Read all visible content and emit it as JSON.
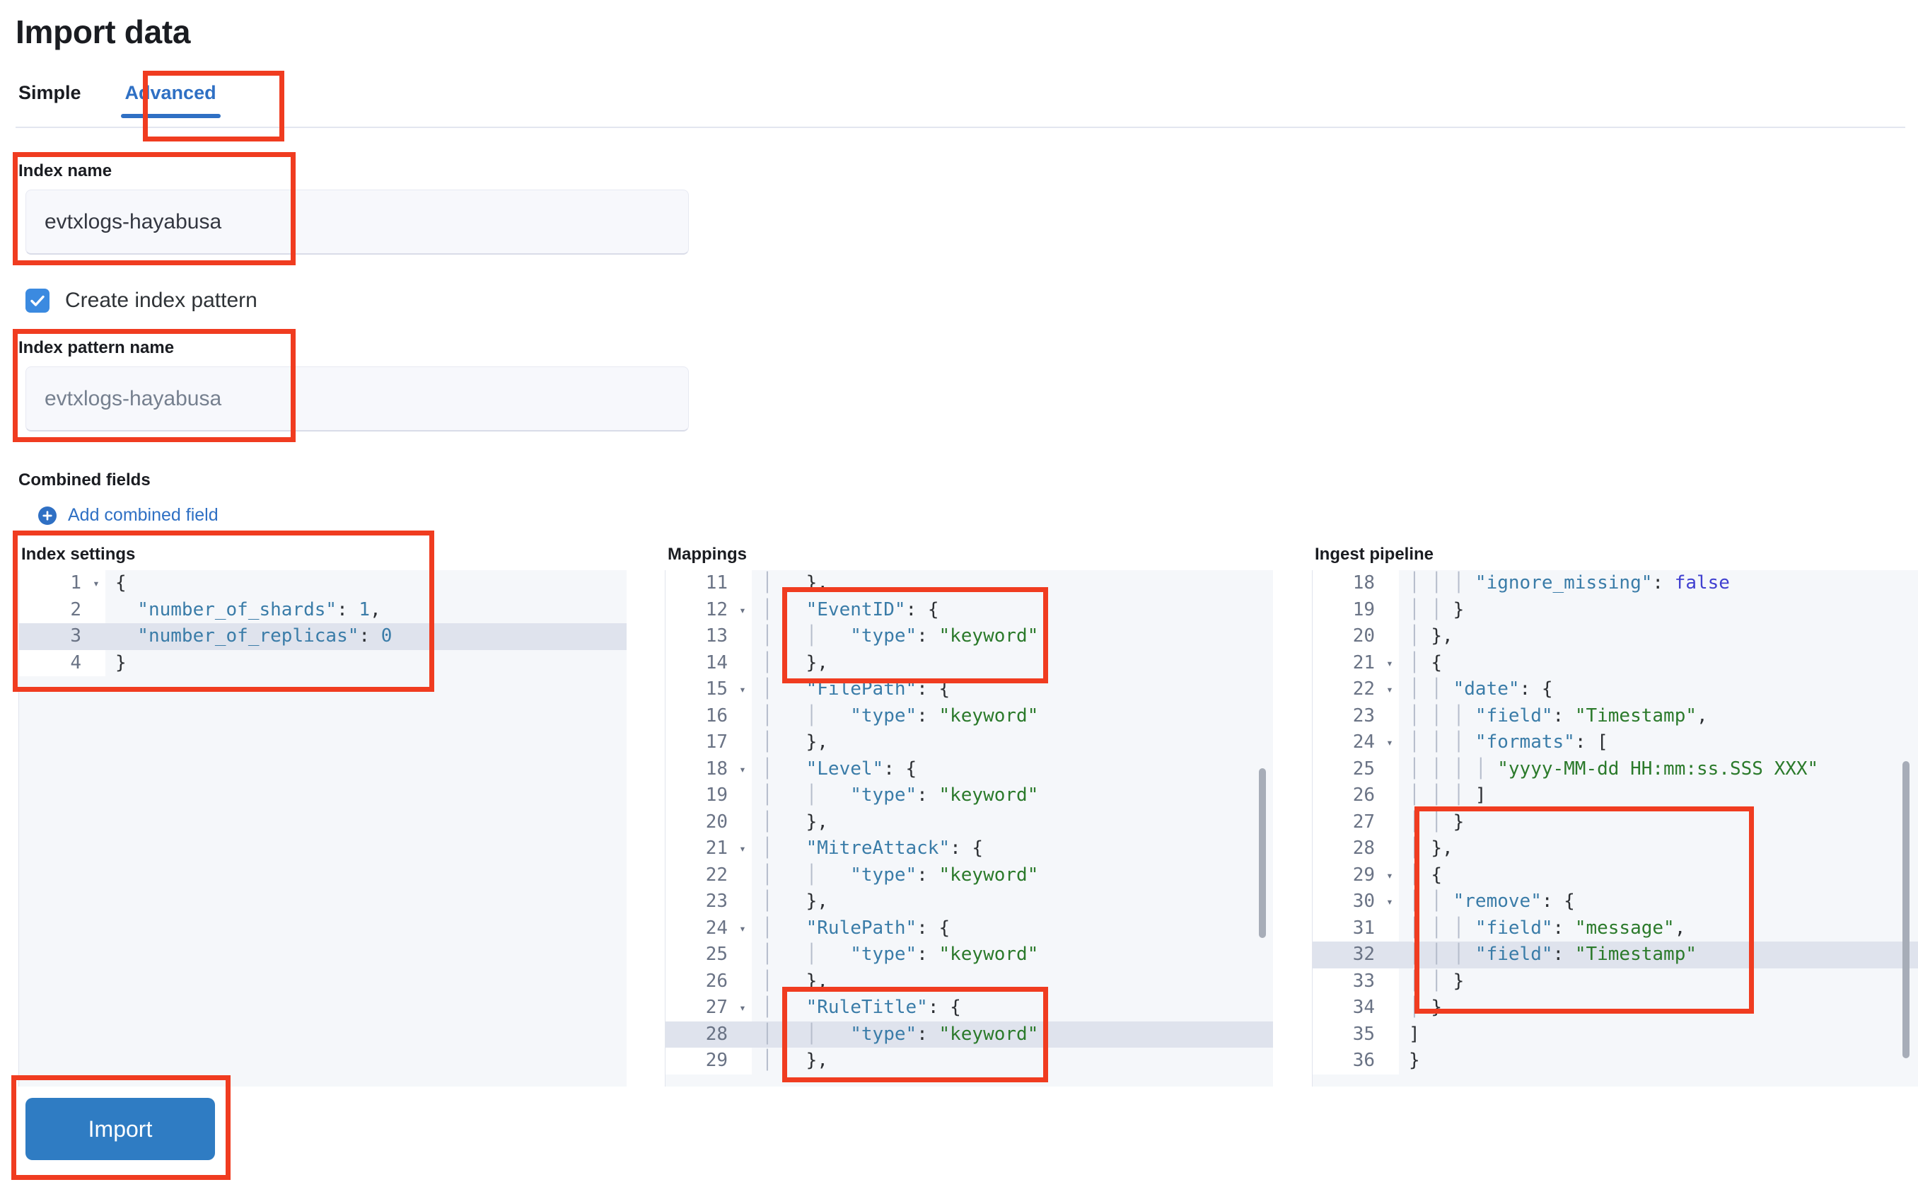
{
  "header": {
    "title": "Import data"
  },
  "tabs": [
    {
      "label": "Simple",
      "active": false
    },
    {
      "label": "Advanced",
      "active": true
    }
  ],
  "form": {
    "index_name": {
      "label": "Index name",
      "value": "evtxlogs-hayabusa"
    },
    "create_index_pattern": {
      "label": "Create index pattern",
      "checked": true
    },
    "index_pattern_name": {
      "label": "Index pattern name",
      "placeholder": "evtxlogs-hayabusa",
      "value": ""
    },
    "combined_fields": {
      "label": "Combined fields",
      "add_label": "Add combined field"
    }
  },
  "editors": {
    "index_settings": {
      "title": "Index settings",
      "lines": [
        {
          "num": "1",
          "fold": true,
          "hl": false,
          "tokens": [
            {
              "t": "{",
              "c": "p"
            }
          ]
        },
        {
          "num": "2",
          "fold": false,
          "hl": false,
          "tokens": [
            {
              "t": "  \"number_of_shards\"",
              "c": "k"
            },
            {
              "t": ": ",
              "c": "p"
            },
            {
              "t": "1",
              "c": "n"
            },
            {
              "t": ",",
              "c": "p"
            }
          ]
        },
        {
          "num": "3",
          "fold": false,
          "hl": true,
          "tokens": [
            {
              "t": "  \"number_of_replicas\"",
              "c": "k"
            },
            {
              "t": ": ",
              "c": "p"
            },
            {
              "t": "0",
              "c": "n"
            }
          ]
        },
        {
          "num": "4",
          "fold": false,
          "hl": false,
          "tokens": [
            {
              "t": "}",
              "c": "p"
            }
          ]
        }
      ]
    },
    "mappings": {
      "title": "Mappings",
      "lines": [
        {
          "num": "11",
          "fold": false,
          "hl": false,
          "tokens": [
            {
              "t": "│   ",
              "c": "guide"
            },
            {
              "t": "},",
              "c": "p"
            }
          ]
        },
        {
          "num": "12",
          "fold": true,
          "hl": false,
          "tokens": [
            {
              "t": "│   ",
              "c": "guide"
            },
            {
              "t": "\"EventID\"",
              "c": "k"
            },
            {
              "t": ": {",
              "c": "p"
            }
          ]
        },
        {
          "num": "13",
          "fold": false,
          "hl": false,
          "tokens": [
            {
              "t": "│   │ ",
              "c": "guide"
            },
            {
              "t": "  \"type\"",
              "c": "k"
            },
            {
              "t": ": ",
              "c": "p"
            },
            {
              "t": "\"keyword\"",
              "c": "s"
            }
          ]
        },
        {
          "num": "14",
          "fold": false,
          "hl": false,
          "tokens": [
            {
              "t": "│   ",
              "c": "guide"
            },
            {
              "t": "},",
              "c": "p"
            }
          ]
        },
        {
          "num": "15",
          "fold": true,
          "hl": false,
          "tokens": [
            {
              "t": "│   ",
              "c": "guide"
            },
            {
              "t": "\"FilePath\"",
              "c": "k"
            },
            {
              "t": ": {",
              "c": "p"
            }
          ]
        },
        {
          "num": "16",
          "fold": false,
          "hl": false,
          "tokens": [
            {
              "t": "│   │ ",
              "c": "guide"
            },
            {
              "t": "  \"type\"",
              "c": "k"
            },
            {
              "t": ": ",
              "c": "p"
            },
            {
              "t": "\"keyword\"",
              "c": "s"
            }
          ]
        },
        {
          "num": "17",
          "fold": false,
          "hl": false,
          "tokens": [
            {
              "t": "│   ",
              "c": "guide"
            },
            {
              "t": "},",
              "c": "p"
            }
          ]
        },
        {
          "num": "18",
          "fold": true,
          "hl": false,
          "tokens": [
            {
              "t": "│   ",
              "c": "guide"
            },
            {
              "t": "\"Level\"",
              "c": "k"
            },
            {
              "t": ": {",
              "c": "p"
            }
          ]
        },
        {
          "num": "19",
          "fold": false,
          "hl": false,
          "tokens": [
            {
              "t": "│   │ ",
              "c": "guide"
            },
            {
              "t": "  \"type\"",
              "c": "k"
            },
            {
              "t": ": ",
              "c": "p"
            },
            {
              "t": "\"keyword\"",
              "c": "s"
            }
          ]
        },
        {
          "num": "20",
          "fold": false,
          "hl": false,
          "tokens": [
            {
              "t": "│   ",
              "c": "guide"
            },
            {
              "t": "},",
              "c": "p"
            }
          ]
        },
        {
          "num": "21",
          "fold": true,
          "hl": false,
          "tokens": [
            {
              "t": "│   ",
              "c": "guide"
            },
            {
              "t": "\"MitreAttack\"",
              "c": "k"
            },
            {
              "t": ": {",
              "c": "p"
            }
          ]
        },
        {
          "num": "22",
          "fold": false,
          "hl": false,
          "tokens": [
            {
              "t": "│   │ ",
              "c": "guide"
            },
            {
              "t": "  \"type\"",
              "c": "k"
            },
            {
              "t": ": ",
              "c": "p"
            },
            {
              "t": "\"keyword\"",
              "c": "s"
            }
          ]
        },
        {
          "num": "23",
          "fold": false,
          "hl": false,
          "tokens": [
            {
              "t": "│   ",
              "c": "guide"
            },
            {
              "t": "},",
              "c": "p"
            }
          ]
        },
        {
          "num": "24",
          "fold": true,
          "hl": false,
          "tokens": [
            {
              "t": "│   ",
              "c": "guide"
            },
            {
              "t": "\"RulePath\"",
              "c": "k"
            },
            {
              "t": ": {",
              "c": "p"
            }
          ]
        },
        {
          "num": "25",
          "fold": false,
          "hl": false,
          "tokens": [
            {
              "t": "│   │ ",
              "c": "guide"
            },
            {
              "t": "  \"type\"",
              "c": "k"
            },
            {
              "t": ": ",
              "c": "p"
            },
            {
              "t": "\"keyword\"",
              "c": "s"
            }
          ]
        },
        {
          "num": "26",
          "fold": false,
          "hl": false,
          "tokens": [
            {
              "t": "│   ",
              "c": "guide"
            },
            {
              "t": "},",
              "c": "p"
            }
          ]
        },
        {
          "num": "27",
          "fold": true,
          "hl": false,
          "tokens": [
            {
              "t": "│   ",
              "c": "guide"
            },
            {
              "t": "\"RuleTitle\"",
              "c": "k"
            },
            {
              "t": ": {",
              "c": "p"
            }
          ]
        },
        {
          "num": "28",
          "fold": false,
          "hl": true,
          "tokens": [
            {
              "t": "│   │ ",
              "c": "guide"
            },
            {
              "t": "  \"type\"",
              "c": "k"
            },
            {
              "t": ": ",
              "c": "p"
            },
            {
              "t": "\"keyword\"",
              "c": "s"
            }
          ]
        },
        {
          "num": "29",
          "fold": false,
          "hl": false,
          "tokens": [
            {
              "t": "│   ",
              "c": "guide"
            },
            {
              "t": "},",
              "c": "p"
            }
          ]
        }
      ]
    },
    "ingest_pipeline": {
      "title": "Ingest pipeline",
      "lines": [
        {
          "num": "18",
          "fold": false,
          "hl": false,
          "tokens": [
            {
              "t": "│ │ │ ",
              "c": "guide"
            },
            {
              "t": "\"ignore_missing\"",
              "c": "k"
            },
            {
              "t": ": ",
              "c": "p"
            },
            {
              "t": "false",
              "c": "b"
            }
          ]
        },
        {
          "num": "19",
          "fold": false,
          "hl": false,
          "tokens": [
            {
              "t": "│ │ ",
              "c": "guide"
            },
            {
              "t": "}",
              "c": "p"
            }
          ]
        },
        {
          "num": "20",
          "fold": false,
          "hl": false,
          "tokens": [
            {
              "t": "│ ",
              "c": "guide"
            },
            {
              "t": "},",
              "c": "p"
            }
          ]
        },
        {
          "num": "21",
          "fold": true,
          "hl": false,
          "tokens": [
            {
              "t": "│ ",
              "c": "guide"
            },
            {
              "t": "{",
              "c": "p"
            }
          ]
        },
        {
          "num": "22",
          "fold": true,
          "hl": false,
          "tokens": [
            {
              "t": "│ │ ",
              "c": "guide"
            },
            {
              "t": "\"date\"",
              "c": "k"
            },
            {
              "t": ": {",
              "c": "p"
            }
          ]
        },
        {
          "num": "23",
          "fold": false,
          "hl": false,
          "tokens": [
            {
              "t": "│ │ │ ",
              "c": "guide"
            },
            {
              "t": "\"field\"",
              "c": "k"
            },
            {
              "t": ": ",
              "c": "p"
            },
            {
              "t": "\"Timestamp\"",
              "c": "s"
            },
            {
              "t": ",",
              "c": "p"
            }
          ]
        },
        {
          "num": "24",
          "fold": true,
          "hl": false,
          "tokens": [
            {
              "t": "│ │ │ ",
              "c": "guide"
            },
            {
              "t": "\"formats\"",
              "c": "k"
            },
            {
              "t": ": [",
              "c": "p"
            }
          ]
        },
        {
          "num": "25",
          "fold": false,
          "hl": false,
          "tokens": [
            {
              "t": "│ │ │ │ ",
              "c": "guide"
            },
            {
              "t": "\"yyyy-MM-dd HH:mm:ss.SSS XXX\"",
              "c": "s"
            }
          ]
        },
        {
          "num": "26",
          "fold": false,
          "hl": false,
          "tokens": [
            {
              "t": "│ │ │ ",
              "c": "guide"
            },
            {
              "t": "]",
              "c": "p"
            }
          ]
        },
        {
          "num": "27",
          "fold": false,
          "hl": false,
          "tokens": [
            {
              "t": "│ │ ",
              "c": "guide"
            },
            {
              "t": "}",
              "c": "p"
            }
          ]
        },
        {
          "num": "28",
          "fold": false,
          "hl": false,
          "tokens": [
            {
              "t": "│ ",
              "c": "guide"
            },
            {
              "t": "},",
              "c": "p"
            }
          ]
        },
        {
          "num": "29",
          "fold": true,
          "hl": false,
          "tokens": [
            {
              "t": "│ ",
              "c": "guide"
            },
            {
              "t": "{",
              "c": "p"
            }
          ]
        },
        {
          "num": "30",
          "fold": true,
          "hl": false,
          "tokens": [
            {
              "t": "│ │ ",
              "c": "guide"
            },
            {
              "t": "\"remove\"",
              "c": "k"
            },
            {
              "t": ": {",
              "c": "p"
            }
          ]
        },
        {
          "num": "31",
          "fold": false,
          "hl": false,
          "tokens": [
            {
              "t": "│ │ │ ",
              "c": "guide"
            },
            {
              "t": "\"field\"",
              "c": "k"
            },
            {
              "t": ": ",
              "c": "p"
            },
            {
              "t": "\"message\"",
              "c": "s"
            },
            {
              "t": ",",
              "c": "p"
            }
          ]
        },
        {
          "num": "32",
          "fold": false,
          "hl": true,
          "tokens": [
            {
              "t": "│ │ │ ",
              "c": "guide"
            },
            {
              "t": "\"field\"",
              "c": "k"
            },
            {
              "t": ": ",
              "c": "p"
            },
            {
              "t": "\"Timestamp\"",
              "c": "s"
            }
          ]
        },
        {
          "num": "33",
          "fold": false,
          "hl": false,
          "tokens": [
            {
              "t": "│ │ ",
              "c": "guide"
            },
            {
              "t": "}",
              "c": "p"
            }
          ]
        },
        {
          "num": "34",
          "fold": false,
          "hl": false,
          "tokens": [
            {
              "t": "│ ",
              "c": "guide"
            },
            {
              "t": "}",
              "c": "p"
            }
          ]
        },
        {
          "num": "35",
          "fold": false,
          "hl": false,
          "tokens": [
            {
              "t": "",
              "c": "guide"
            },
            {
              "t": "]",
              "c": "p"
            }
          ]
        },
        {
          "num": "36",
          "fold": false,
          "hl": false,
          "tokens": [
            {
              "t": "",
              "c": "guide"
            },
            {
              "t": "}",
              "c": "p"
            }
          ]
        }
      ]
    }
  },
  "footer": {
    "import_label": "Import"
  },
  "colors": {
    "accent_blue": "#2f70c4",
    "annotation_red": "#f03c20",
    "button_blue": "#2f7cc3",
    "string_green": "#2b7a2b",
    "key_blue": "#3a7ca8",
    "bool_purple": "#4040d0"
  }
}
